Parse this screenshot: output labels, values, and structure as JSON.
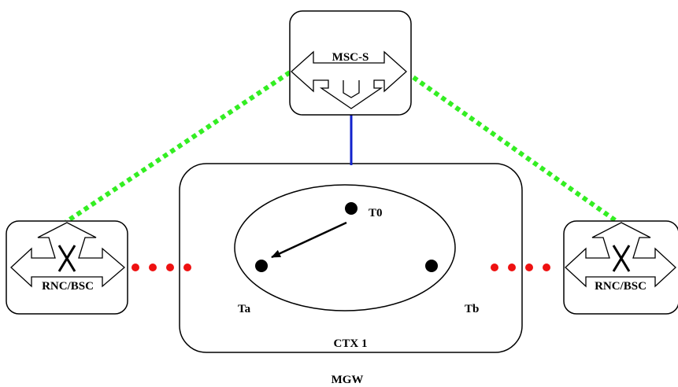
{
  "nodes": {
    "msc": {
      "label": "MSC-S"
    },
    "rnc_left": {
      "label": "RNC/BSC"
    },
    "rnc_right": {
      "label": "RNC/BSC"
    },
    "mgw": {
      "label": "MGW"
    },
    "context": {
      "label": "CTX 1"
    },
    "terminations": {
      "t0": "T0",
      "ta": "Ta",
      "tb": "Tb"
    }
  },
  "colors": {
    "signaling_link": "#33ee22",
    "bearer_link": "#ee1111",
    "control_link": "#1122cc",
    "stroke": "#000000"
  }
}
